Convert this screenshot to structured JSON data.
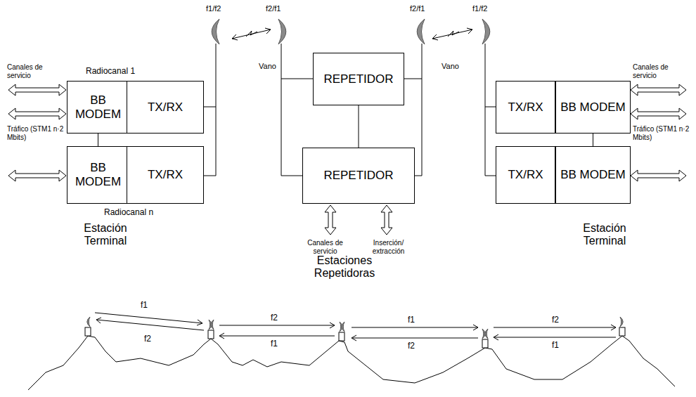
{
  "diagram": {
    "nodes": [
      {
        "text": [
          "BB MODEM"
        ]
      },
      {
        "text": [
          "TX/RX"
        ]
      },
      {
        "text": [
          "BB MODEM"
        ]
      },
      {
        "text": [
          "TX/RX"
        ]
      },
      {
        "text": [
          "REPETIDOR"
        ]
      },
      {
        "text": [
          "REPETIDOR"
        ]
      },
      {
        "text": [
          "TX/RX"
        ]
      },
      {
        "text": [
          "BB MODEM"
        ]
      },
      {
        "text": [
          "TX/RX"
        ]
      },
      {
        "text": [
          "BB MODEM"
        ]
      }
    ],
    "edges": [
      {
        "from": 0,
        "to": 2,
        "arrow": "none"
      },
      {
        "from": 4,
        "to": 5,
        "arrow": "none"
      },
      {
        "from": 7,
        "to": 9,
        "arrow": "none"
      }
    ],
    "labels": [
      "f1/f2",
      "f2/f1",
      "f2/f1",
      "f1/f2",
      "Vano",
      "Vano",
      "Canales de servicio",
      "Radiocanal 1",
      "Tráfico (STM1 n·2 Mbits)",
      "Radiocanal n",
      "Estación Terminal",
      "Canales de servicio",
      "Inserción/ extracción",
      "Estaciones Repetidoras",
      "Canales de servicio",
      "Tráfico (STM1 n·2 Mbits)",
      "Estación Terminal",
      "f1",
      "f2",
      "f2",
      "f1",
      "f1",
      "f2",
      "f2",
      "f1"
    ]
  }
}
